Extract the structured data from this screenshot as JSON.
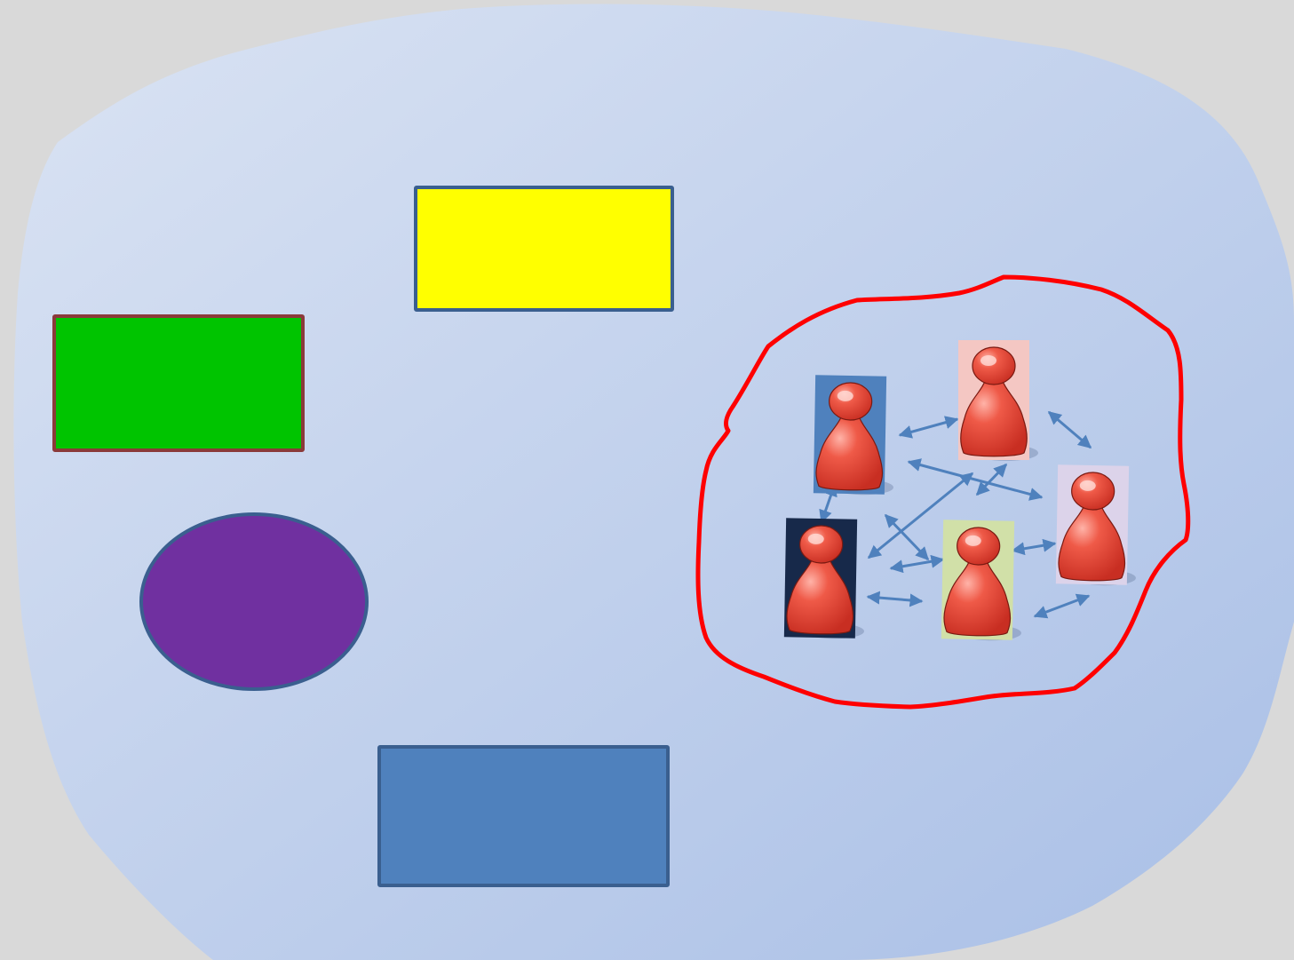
{
  "colors": {
    "page_background": "#d9d9d9",
    "blob_light": "#dae3f3",
    "blob_dark": "#a9bfe6",
    "boundary": "#ff0000",
    "arrow": "#4f81bd",
    "pawn": "#e8473a"
  },
  "shapes": [
    {
      "name": "green-rectangle",
      "fill": "#00c400"
    },
    {
      "name": "yellow-rectangle",
      "fill": "#ffff00"
    },
    {
      "name": "blue-rectangle",
      "fill": "#4f81bd"
    },
    {
      "name": "purple-ellipse",
      "fill": "#7030a0"
    }
  ],
  "agents": [
    {
      "name": "pawn-1",
      "card_color": "#4f81bd"
    },
    {
      "name": "pawn-2",
      "card_color": "#f4c7c3"
    },
    {
      "name": "pawn-3",
      "card_color": "#dcd3ea"
    },
    {
      "name": "pawn-4",
      "card_color": "#17294a"
    },
    {
      "name": "pawn-5",
      "card_color": "#d1e0a8"
    }
  ],
  "icons": {
    "pawn": "pawn-icon",
    "arrow": "bidirectional-arrow-icon"
  }
}
